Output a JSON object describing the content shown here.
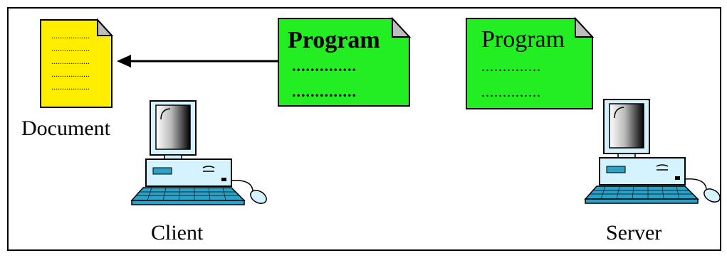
{
  "diagram": {
    "labels": {
      "document": "Document",
      "client": "Client",
      "server": "Server"
    },
    "program_active": {
      "title": "Program",
      "line1": "..............",
      "line2": ".............."
    },
    "program_server": {
      "title": "Program",
      "line1": "..............",
      "line2": ".............."
    },
    "document_lines": [
      "..................",
      "..................",
      "..................",
      "..................",
      ".................."
    ],
    "colors": {
      "program_fill": "#22ee22",
      "document_fill": "#ffee00",
      "monitor_body": "#d5f3ff",
      "monitor_screen_dark": "#000000",
      "computer_accent": "#2ba3c9",
      "border": "#000000"
    },
    "icons": [
      "document-icon",
      "program-icon",
      "computer-icon",
      "arrow-icon"
    ]
  }
}
